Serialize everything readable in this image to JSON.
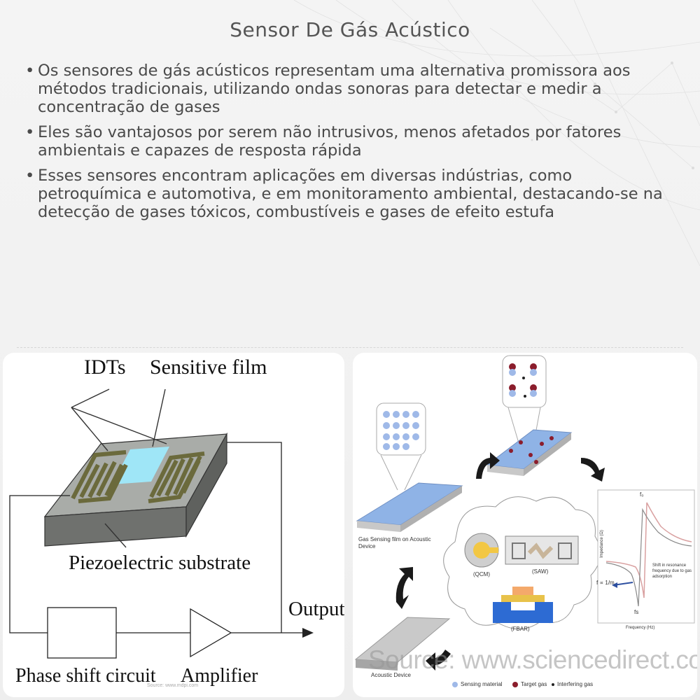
{
  "title": "Sensor De Gás Acústico",
  "bullets": [
    "Os sensores de gás acústicos representam uma alternativa promissora aos métodos tradicionais, utilizando ondas sonoras para detectar e medir a concentração de gases",
    "Eles são vantajosos por serem não intrusivos, menos afetados por fatores ambientais e capazes de resposta rápida",
    "Esses sensores encontram aplicações em diversas indústrias, como petroquímica e automotiva, e em monitoramento ambiental, destacando-se na detecção de gases tóxicos, combustíveis e gases de efeito estufa"
  ],
  "bullet_char": "•",
  "left_figure": {
    "idts": "IDTs",
    "sensitive_film": "Sensitive film",
    "substrate": "Piezoelectric substrate",
    "output": "Output",
    "phase_shift": "Phase shift circuit",
    "amplifier": "Amplifier",
    "source": "Source: www.mdpi.com",
    "colors": {
      "film": "#9fe6f7",
      "substrate_top": "#a9aca8",
      "substrate_side": "#6f716e",
      "idt": "#6b6a3c"
    }
  },
  "right_figure": {
    "gas_film_label": "Gas Sensing film on Acoustic Device",
    "acoustic_device": "Acoustic Device",
    "qcm": "(QCM)",
    "saw": "(SAW)",
    "fbar": "(FBAR)",
    "impedance_axis": "Impedance (Ω)",
    "frequency_axis": "Frequency (Hz)",
    "f0": "f₀",
    "fs": "fs",
    "f_relation": "f ∝ 1/m",
    "shift_note": "Shift in resonance frequency due to gas adsorption",
    "legend_sensing": "Sensing material",
    "legend_target": "Target gas",
    "legend_interfering": "Interfering gas",
    "watermark": "Source: www.sciencedirect.com",
    "colors": {
      "film_blue": "#8fb3e6",
      "target": "#8b1d2c",
      "interfering": "#222222",
      "sensing": "#9fb9e8"
    }
  }
}
